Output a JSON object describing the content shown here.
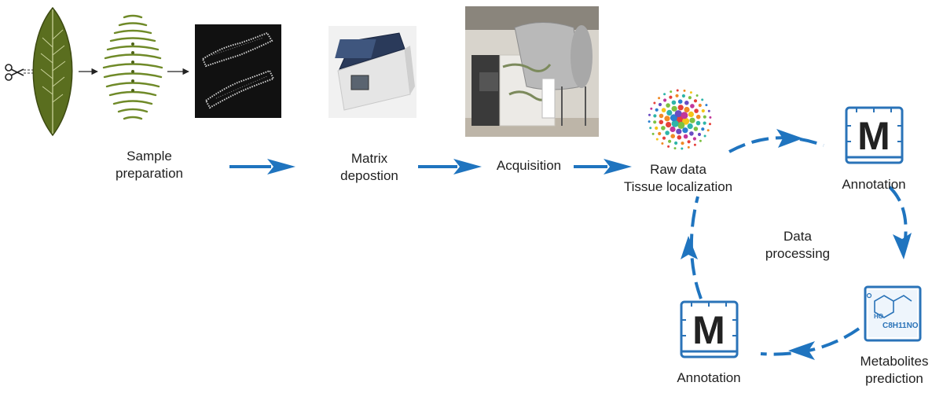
{
  "steps": {
    "sample_preparation": {
      "line1": "Sample",
      "line2": "preparation"
    },
    "matrix_deposition": {
      "line1": "Matrix",
      "line2": "depostion"
    },
    "acquisition": {
      "label": "Acquisition"
    },
    "raw_data": {
      "line1": "Raw data",
      "line2": "Tissue localization"
    }
  },
  "cycle": {
    "center": {
      "line1": "Data",
      "line2": "processing"
    },
    "annotation_top": {
      "label": "Annotation",
      "icon_letter": "M"
    },
    "annotation_bottom": {
      "label": "Annotation",
      "icon_letter": "M"
    },
    "metabolites": {
      "line1": "Metabolites",
      "line2": "prediction",
      "formula_prefix": "HO",
      "formula": "C8H11NO"
    }
  },
  "colors": {
    "arrow_blue": "#1f74bf",
    "icon_blue": "#2a73b8",
    "leaf_green": "#5a6e1f",
    "leaf_light": "#6f8a28"
  },
  "icons": {
    "scissors": "scissors-icon",
    "leaf": "leaf-icon",
    "leaf_sections": "leaf-sections-icon",
    "msi_image": "tissue-image-icon",
    "sprayer": "matrix-sprayer-photo",
    "mass_spec": "mass-spectrometer-photo",
    "raw_data": "raw-data-dots-icon",
    "annotation": "annotation-m-icon",
    "molecule": "molecule-structure-icon"
  }
}
